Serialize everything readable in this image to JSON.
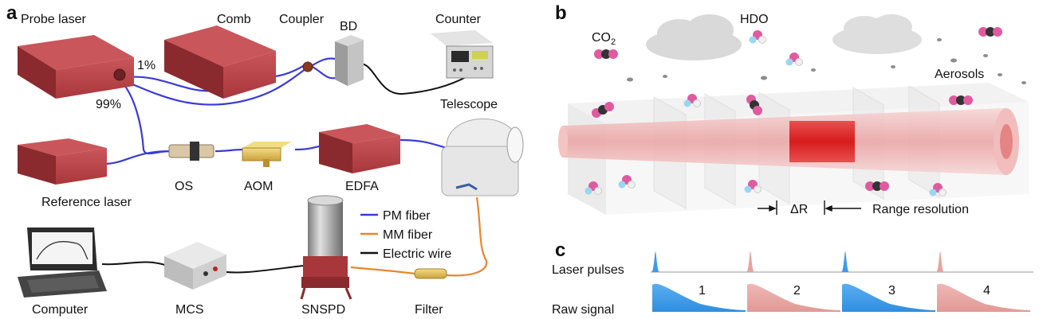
{
  "panel_a": {
    "letter": "a",
    "labels": {
      "probe_laser": "Probe laser",
      "comb": "Comb",
      "coupler": "Coupler",
      "bd": "BD",
      "counter": "Counter",
      "one_percent": "1%",
      "ninetynine_percent": "99%",
      "telescope": "Telescope",
      "reference_laser": "Reference laser",
      "os": "OS",
      "aom": "AOM",
      "edfa": "EDFA",
      "computer": "Computer",
      "mcs": "MCS",
      "snspd": "SNSPD",
      "filter": "Filter"
    },
    "legend": [
      {
        "label": "PM fiber",
        "color": "#3b3bd6"
      },
      {
        "label": "MM fiber",
        "color": "#e8862a"
      },
      {
        "label": "Electric wire",
        "color": "#111111"
      }
    ]
  },
  "panel_b": {
    "letter": "b",
    "labels": {
      "co2_main": "CO",
      "co2_sub": "2",
      "hdo": "HDO",
      "aerosols": "Aerosols",
      "delta_r": "ΔR",
      "range_resolution": "Range resolution"
    }
  },
  "panel_c": {
    "letter": "c",
    "labels": {
      "laser_pulses": "Laser pulses",
      "raw_signal": "Raw signal"
    },
    "pulse_colors": [
      "#3d9be9",
      "#e8a3a0",
      "#3d9be9",
      "#e8a3a0"
    ],
    "bins": [
      "1",
      "2",
      "3",
      "4"
    ]
  },
  "colors": {
    "device_red": "#a8373b",
    "pm_fiber": "#3b3bd6",
    "mm_fiber": "#e8862a",
    "blue_signal": "#3d9be9",
    "pink_signal": "#e8a3a0"
  }
}
